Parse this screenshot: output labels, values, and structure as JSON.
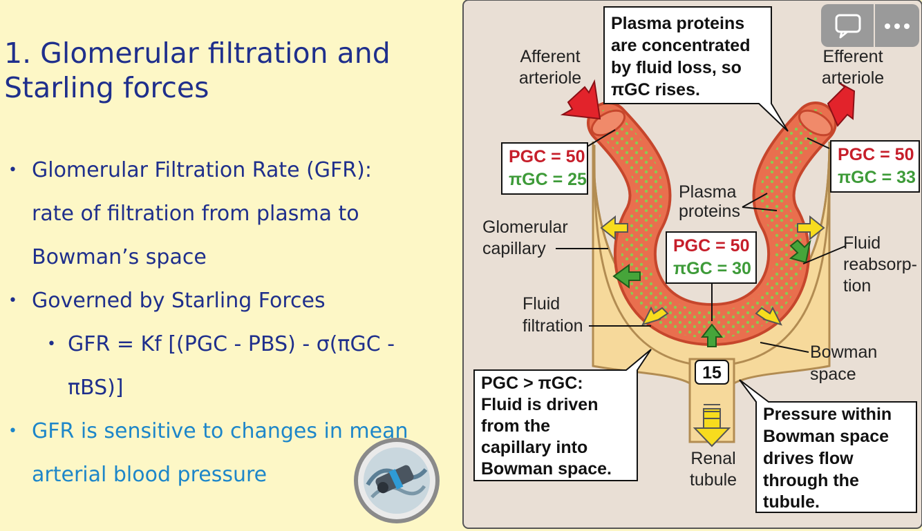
{
  "slide": {
    "title_line1": "1. Glomerular filtration and",
    "title_line2": "Starling forces",
    "bullets": {
      "b1_line1": "Glomerular Filtration Rate (GFR):",
      "b1_line2": "rate of filtration from plasma to",
      "b1_line3": "Bowman’s space",
      "b2": "Governed by Starling Forces",
      "b3": "GFR = Kf [(PGC - PBS) - σ(πGC - πBS)]",
      "b4_line1": "GFR is sensitive to changes in mean",
      "b4_line2": "arterial blood pressure"
    },
    "bullet_char": "•"
  },
  "diagram": {
    "afferent_line1": "Afferent",
    "afferent_line2": "arteriole",
    "efferent_line1": "Efferent",
    "efferent_line2": "arteriole",
    "callout_top": [
      "Plasma proteins",
      "are concentrated",
      "by fluid loss, so",
      "πGC rises."
    ],
    "left_box": {
      "p": "PGC = 50",
      "pi": "πGC = 25"
    },
    "right_box": {
      "p": "PGC = 50",
      "pi": "πGC = 33"
    },
    "center_box": {
      "p": "PGC = 50",
      "pi": "πGC = 30"
    },
    "plasma_line1": "Plasma",
    "plasma_line2": "proteins",
    "glom_line1": "Glomerular",
    "glom_line2": "capillary",
    "fluid_filt_line1": "Fluid",
    "fluid_filt_line2": "filtration",
    "reab_line1": "Fluid",
    "reab_line2": "reabsorp-",
    "reab_line3": "tion",
    "bowman_line1": "Bowman",
    "bowman_line2": "space",
    "pbs_value": "15",
    "renal_line1": "Renal",
    "renal_line2": "tubule",
    "callout_bl": [
      "PGC > πGC:",
      "Fluid is driven",
      "from the",
      "capillary into",
      "Bowman space."
    ],
    "callout_br": [
      "Pressure within",
      "Bowman space",
      "drives flow",
      "through the",
      "tubule."
    ]
  },
  "colors": {
    "title": "#1f2f8c",
    "accent": "#1d86c9",
    "pressure": "#c61e2a",
    "oncotic": "#3e9b39"
  },
  "icons": [
    "chat-icon",
    "more-icon",
    "app-logo-icon"
  ]
}
